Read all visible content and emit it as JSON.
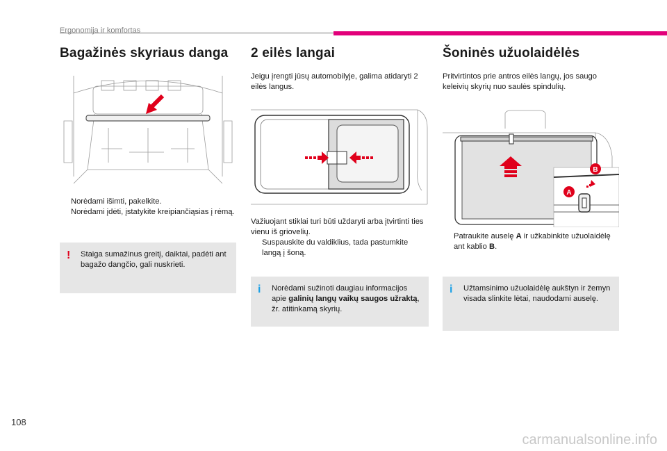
{
  "header": {
    "section": "Ergonomija ir komfortas"
  },
  "page_number": "108",
  "watermark": "carmanualsonline.info",
  "col1": {
    "title": "Bagažinės skyriaus danga",
    "bullets": [
      "Norėdami išimti, pakelkite.",
      "Norėdami įdėti, įstatykite kreipiančiąsias į rėmą."
    ],
    "bullet_mark": "",
    "warning_icon": "!",
    "warning": "Staiga sumažinus greitį, daiktai, padėti ant bagažo dangčio, gali nuskrieti."
  },
  "col2": {
    "title": "2 eilės langai",
    "intro": "Jeigu įrengti jūsų automobilyje, galima atidaryti 2 eilės langus.",
    "para": "Važiuojant stiklai turi būti uždaryti arba įtvirtinti ties vienu iš griovelių.",
    "bullet": "Suspauskite du valdiklius, tada pastumkite langą į šoną.",
    "info_icon": "i",
    "info_pre": "Norėdami sužinoti daugiau informacijos apie ",
    "info_bold": "galinių langų vaikų saugos užraktą",
    "info_post": ", žr. atitinkamą skyrių."
  },
  "col3": {
    "title": "Šoninės užuolaidėlės",
    "intro": "Pritvirtintos prie antros eilės langų, jos saugo keleivių skyrių nuo saulės spindulių.",
    "bullet_pre": "Patraukite auselę ",
    "bullet_a": "A",
    "bullet_mid": " ir užkabinkite užuolaidėlę ant kablio ",
    "bullet_b": "B",
    "bullet_end": ".",
    "label_a": "A",
    "label_b": "B",
    "info_icon": "i",
    "info": "Užtamsinimo užuolaidėlę aukštyn ir žemyn visada slinkite lėtai, naudodami auselę."
  },
  "colors": {
    "accent": "#e2007a",
    "warning": "#e0001b",
    "info": "#1aa0e6",
    "note_bg": "#e6e6e6"
  }
}
